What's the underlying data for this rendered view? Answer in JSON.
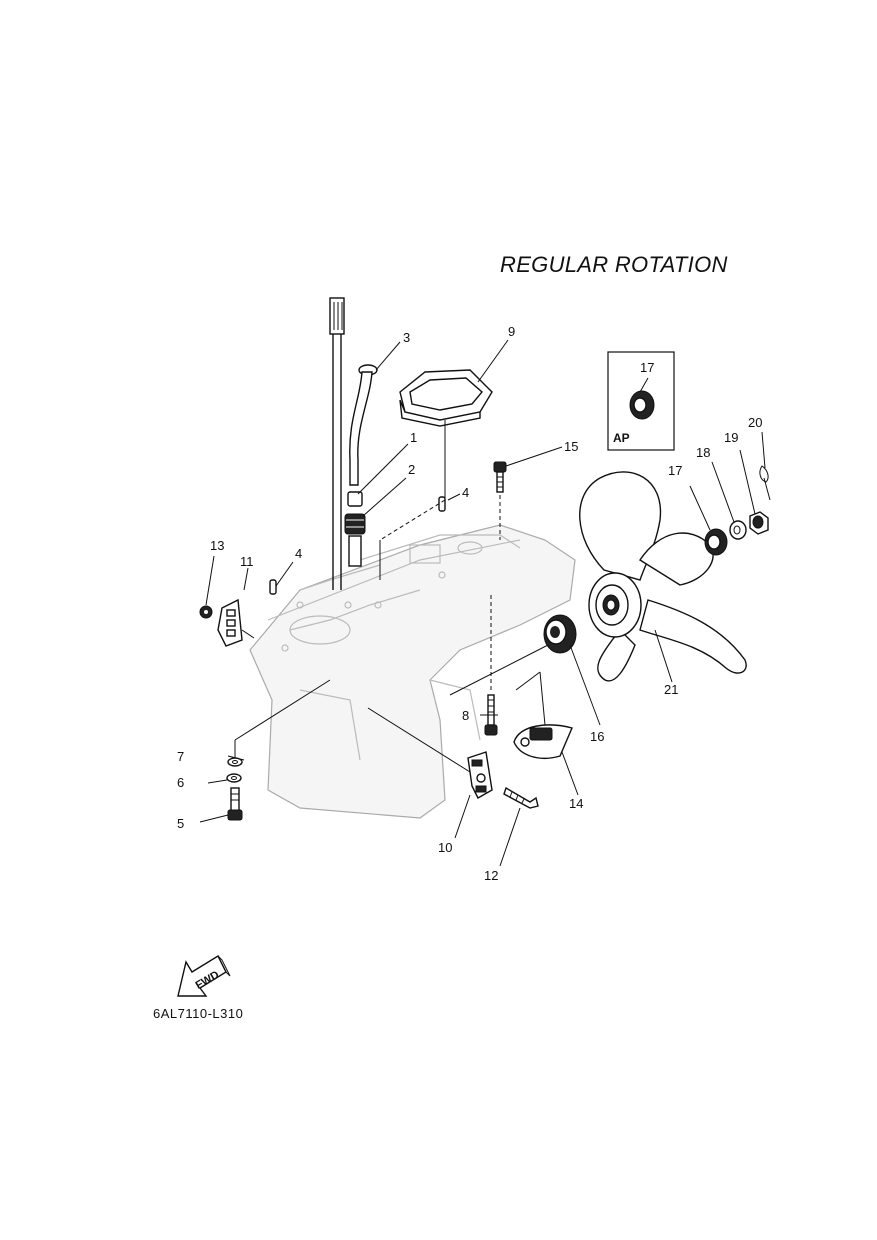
{
  "diagram": {
    "heading": "REGULAR ROTATION",
    "drawing_code": "6AL7110-L310",
    "fwd_arrow_label": "FWD",
    "inset_label": "AP",
    "callouts": {
      "c1": "1",
      "c2": "2",
      "c3": "3",
      "c4a": "4",
      "c4b": "4",
      "c5": "5",
      "c6": "6",
      "c7": "7",
      "c8": "8",
      "c9": "9",
      "c10": "10",
      "c11": "11",
      "c12": "12",
      "c13": "13",
      "c14": "14",
      "c15": "15",
      "c16": "16",
      "c17a": "17",
      "c17b": "17",
      "c18": "18",
      "c19": "19",
      "c20": "20",
      "c21": "21"
    }
  }
}
